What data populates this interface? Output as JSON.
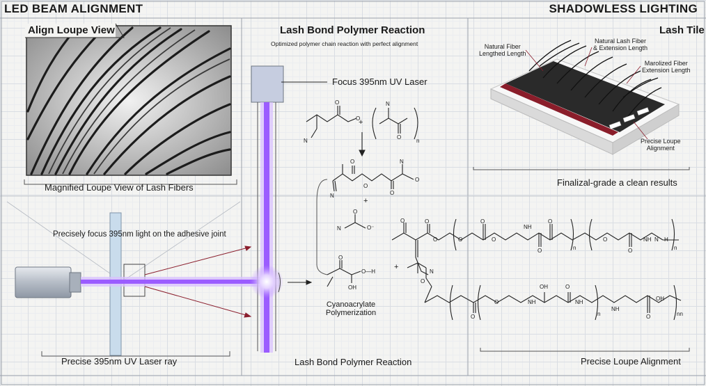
{
  "header": {
    "left_title": "LED BEAM ALIGNMENT",
    "right_title": "SHADOWLESS LIGHTING"
  },
  "loupe": {
    "title": "Align Loupe View",
    "caption": "Magnified Loupe View of Lash Fibers"
  },
  "reaction": {
    "title": "Lash Bond Polymer Reaction",
    "subtitle": "Optimized polymer chain reaction with perfect alignment",
    "laser_label": "Focus 395nm UV Laser",
    "cyano_label_1": "Cyanoacrylate",
    "cyano_label_2": "Polymerization",
    "footer": "Lash Bond Polymer Reaction",
    "plus": "+",
    "atoms": {
      "N": "N",
      "O": "O",
      "Ominus": "O⁻",
      "OH": "OH",
      "H": "H",
      "NH": "NH",
      "n": "n",
      "nn": "nn",
      "OHH": "O—H"
    }
  },
  "tile": {
    "title": "Lash Tile",
    "label_natural_fiber": [
      "Natural Fiber",
      "Lengthed Length"
    ],
    "label_natural_lash": [
      "Natural Lash Fiber",
      "& Extension Length"
    ],
    "label_marolized": [
      "Marolized Fiber",
      "Extension Length"
    ],
    "label_precise": [
      "Precise Loupe",
      "Alignment"
    ],
    "caption": "Finalizal-grade a clean results"
  },
  "beam": {
    "focus_text": "Precisely focus 395nm light on the adhesive joint",
    "footer": "Precise 395nm UV Laser ray"
  },
  "bottom_right": {
    "footer": "Precise Loupe Alignment"
  },
  "colors": {
    "uv": "#9b5cff",
    "uv_glow": "#d9c2ff",
    "ink": "#1a1a1a",
    "grid": "#d9dde3"
  }
}
